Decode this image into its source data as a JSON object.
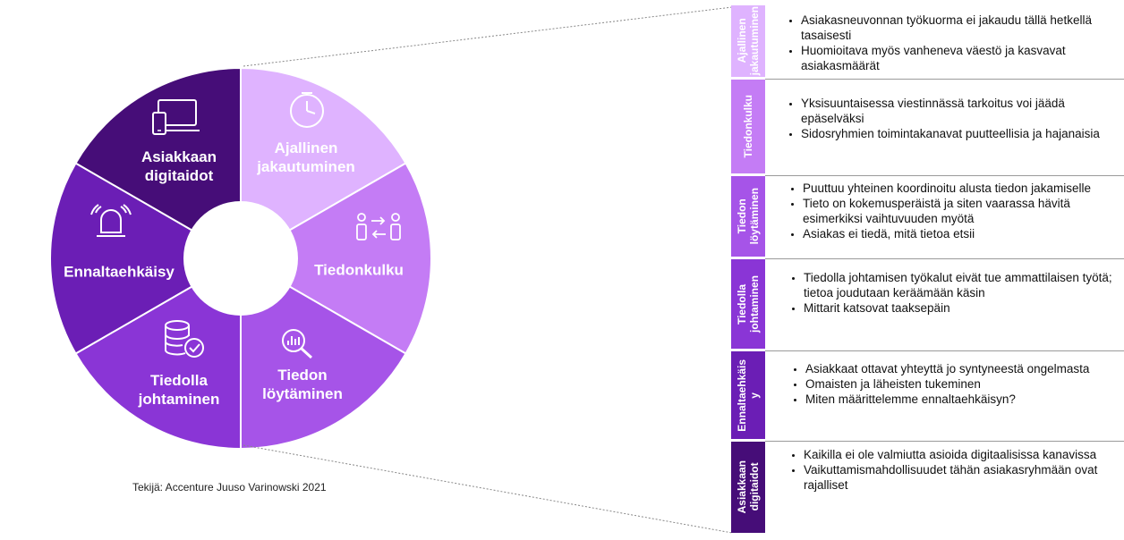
{
  "wheel": {
    "segments": [
      {
        "id": "ajallinen",
        "label": [
          "Ajallinen",
          "jakautuminen"
        ],
        "icon": "clock-icon",
        "color": "#dfb3ff"
      },
      {
        "id": "tiedonkulku",
        "label": [
          "Tiedonkulku"
        ],
        "icon": "people-exchange-icon",
        "color": "#c47cf5"
      },
      {
        "id": "loytaminen",
        "label": [
          "Tiedon",
          "löytäminen"
        ],
        "icon": "magnifier-chart-icon",
        "color": "#a654e8"
      },
      {
        "id": "johtaminen",
        "label": [
          "Tiedolla",
          "johtaminen"
        ],
        "icon": "database-check-icon",
        "color": "#8a35d6"
      },
      {
        "id": "ennaltaehkaisy",
        "label": [
          "Ennaltaehkäisy"
        ],
        "icon": "alarm-bell-icon",
        "color": "#6b1eb5"
      },
      {
        "id": "digitaidot",
        "label": [
          "Asiakkaan",
          "digitaidot"
        ],
        "icon": "devices-icon",
        "color": "#460d78"
      }
    ]
  },
  "credit": "Tekijä: Accenture Juuso Varinowski 2021",
  "rows": [
    {
      "tab": [
        "Ajallinen",
        "jakautuminen"
      ],
      "color": "#dfb3ff",
      "bullets": [
        "Asiakasneuvonnan työkuorma ei jakaudu tällä hetkellä tasaisesti",
        "Huomioitava myös vanheneva väestö ja kasvavat asiakasmäärät"
      ]
    },
    {
      "tab": [
        "Tiedonkulku"
      ],
      "color": "#c47cf5",
      "bullets": [
        "Yksisuuntaisessa viestinnässä tarkoitus voi jäädä epäselväksi",
        "Sidosryhmien toimintakanavat puutteellisia ja hajanaisia"
      ]
    },
    {
      "tab": [
        "Tiedon",
        "löytäminen"
      ],
      "color": "#a654e8",
      "bullets": [
        "Puuttuu yhteinen koordinoitu alusta tiedon jakamiselle",
        "Tieto on kokemusperäistä ja siten vaarassa hävitä esimerkiksi vaihtuvuuden myötä",
        "Asiakas ei tiedä, mitä tietoa etsii"
      ]
    },
    {
      "tab": [
        "Tiedolla",
        "johtaminen"
      ],
      "color": "#8a35d6",
      "bullets": [
        "Tiedolla johtamisen työkalut eivät tue ammattilaisen työtä; tietoa joudutaan keräämään käsin",
        "Mittarit katsovat taaksepäin"
      ]
    },
    {
      "tab": [
        "Ennaltaehkäis",
        "y"
      ],
      "color": "#6b1eb5",
      "bullets": [
        "Asiakkaat ottavat yhteyttä jo syntyneestä ongelmasta",
        "Omaisten ja läheisten tukeminen",
        "Miten määrittelemme ennaltaehkäisyn?"
      ]
    },
    {
      "tab": [
        "Asiakkaan",
        "digitaidot"
      ],
      "color": "#460d78",
      "bullets": [
        "Kaikilla ei ole valmiutta asioida digitaalisissa kanavissa",
        "Vaikuttamismahdollisuudet tähän asiakasryhmään ovat rajalliset"
      ]
    }
  ]
}
